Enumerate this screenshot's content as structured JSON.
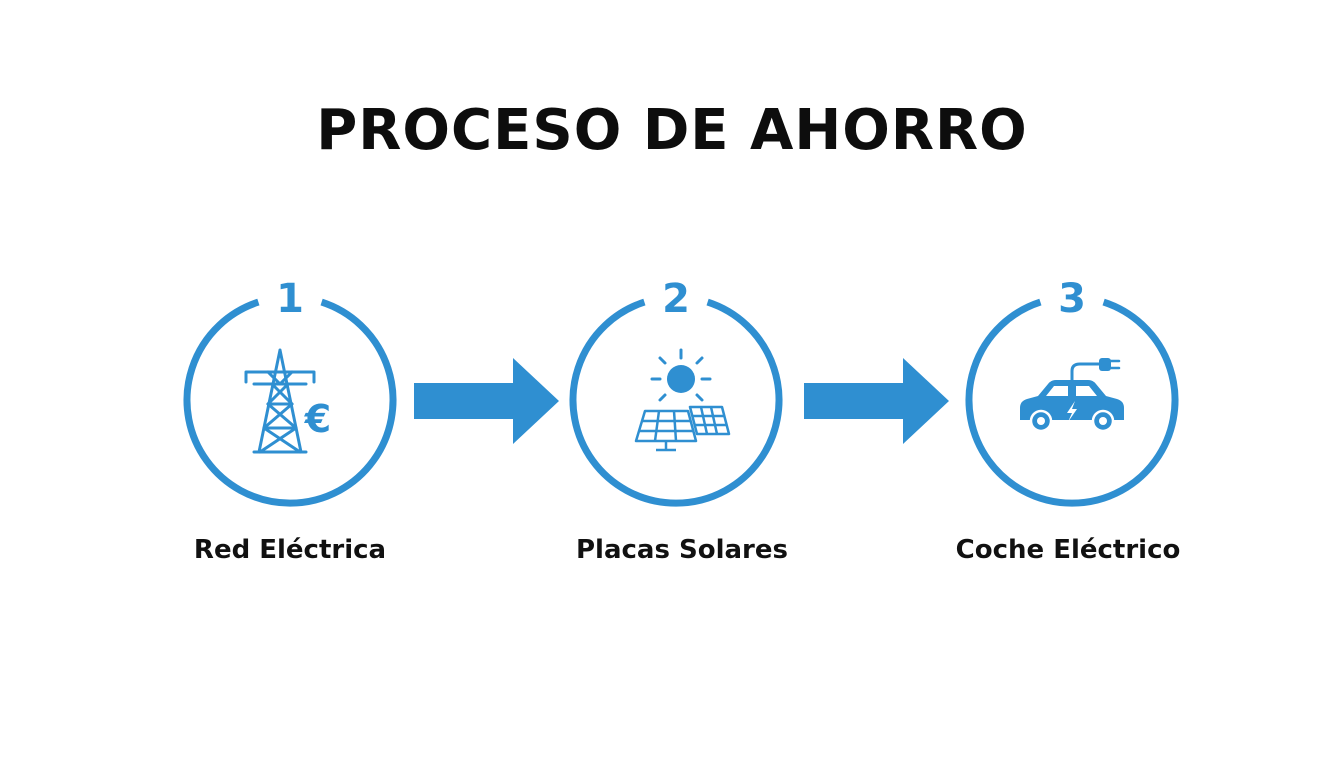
{
  "title": "PROCESO DE AHORRO",
  "colors": {
    "accent": "#2f8fd1",
    "arrow": "#2f8fd1",
    "text": "#111111"
  },
  "steps": [
    {
      "number": "1",
      "label": "Red Eléctrica",
      "icon": "power-tower-euro-icon"
    },
    {
      "number": "2",
      "label": "Placas Solares",
      "icon": "sun-solar-panels-icon"
    },
    {
      "number": "3",
      "label": "Coche Eléctrico",
      "icon": "electric-car-plug-icon"
    }
  ]
}
